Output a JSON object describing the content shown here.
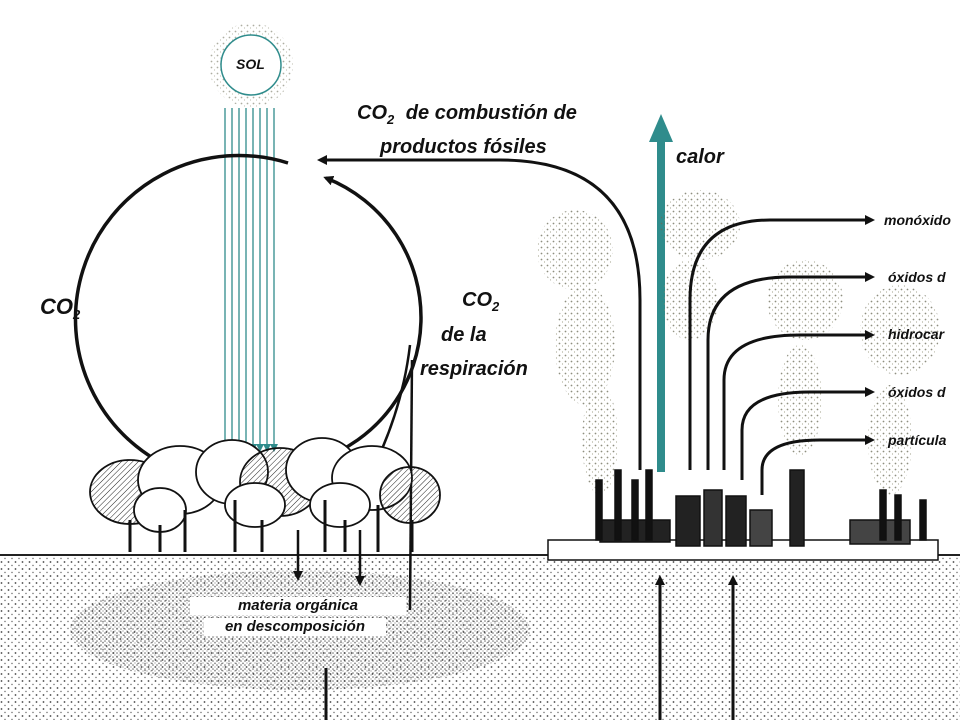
{
  "labels": {
    "sun": "SOL",
    "co2_left_main": "CO",
    "co2_left_sub": "2",
    "combustion_co": "CO",
    "combustion_sub": "2",
    "combustion_rest": "de combustión de",
    "combustion_line2": "productos fósiles",
    "heat": "calor",
    "resp_co": "CO",
    "resp_sub": "2",
    "resp_line2": "de la",
    "resp_line3": "respiración",
    "organic_line1": "materia orgánica",
    "organic_line2": "en descomposición"
  },
  "emissions": [
    "monóxido",
    "óxidos d",
    "hidrocar",
    "óxidos d",
    "partícula"
  ],
  "colors": {
    "teal": "#2f8c8c",
    "ink": "#111111",
    "ground_dots": "#555555"
  }
}
